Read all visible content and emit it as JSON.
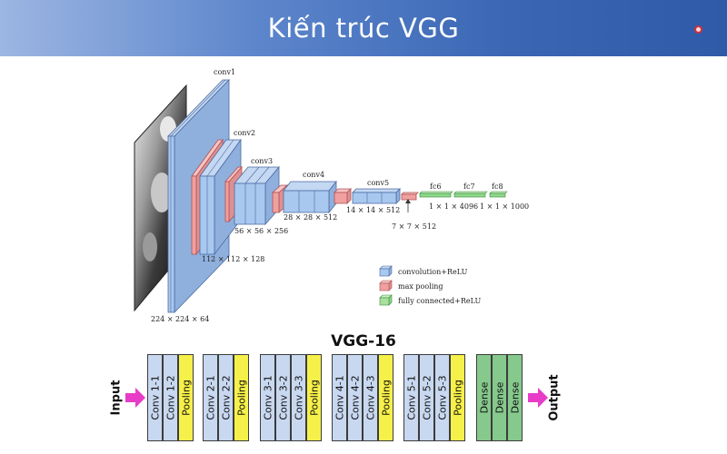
{
  "header": {
    "title": "Kiến trúc VGG"
  },
  "arch": {
    "layers": [
      "conv1",
      "conv2",
      "conv3",
      "conv4",
      "conv5",
      "fc6",
      "fc7",
      "fc8"
    ],
    "dims": [
      "224 × 224 × 64",
      "112 × 112 × 128",
      "56 × 56 × 256",
      "28 × 28 × 512",
      "14 × 14 × 512",
      "7 × 7 × 512",
      "1 × 1 × 4096",
      "1 × 1 × 1000"
    ],
    "legend": [
      {
        "label": "convolution+ReLU",
        "color": "#a8c8f0"
      },
      {
        "label": "max pooling",
        "color": "#f0a0a0"
      },
      {
        "label": "fully connected+ReLU",
        "color": "#a8e0a0"
      }
    ]
  },
  "vgg16": {
    "title": "VGG-16",
    "input": "Input",
    "output": "Output",
    "blocks": [
      [
        "Conv 1-1",
        "Conv 1-2",
        "Pooling"
      ],
      [
        "Conv 2-1",
        "Conv 2-2",
        "Pooling"
      ],
      [
        "Conv 3-1",
        "Conv 3-2",
        "Conv 3-3",
        "Pooling"
      ],
      [
        "Conv 4-1",
        "Conv 4-2",
        "Conv 4-3",
        "Pooling"
      ],
      [
        "Conv 5-1",
        "Conv 5-2",
        "Conv 5-3",
        "Pooling"
      ],
      [
        "Dense",
        "Dense",
        "Dense"
      ]
    ],
    "colors": {
      "conv": "#c8d8f0",
      "pooling": "#f6f04a",
      "dense": "#86c98c",
      "arrow": "#e83cc8"
    }
  }
}
